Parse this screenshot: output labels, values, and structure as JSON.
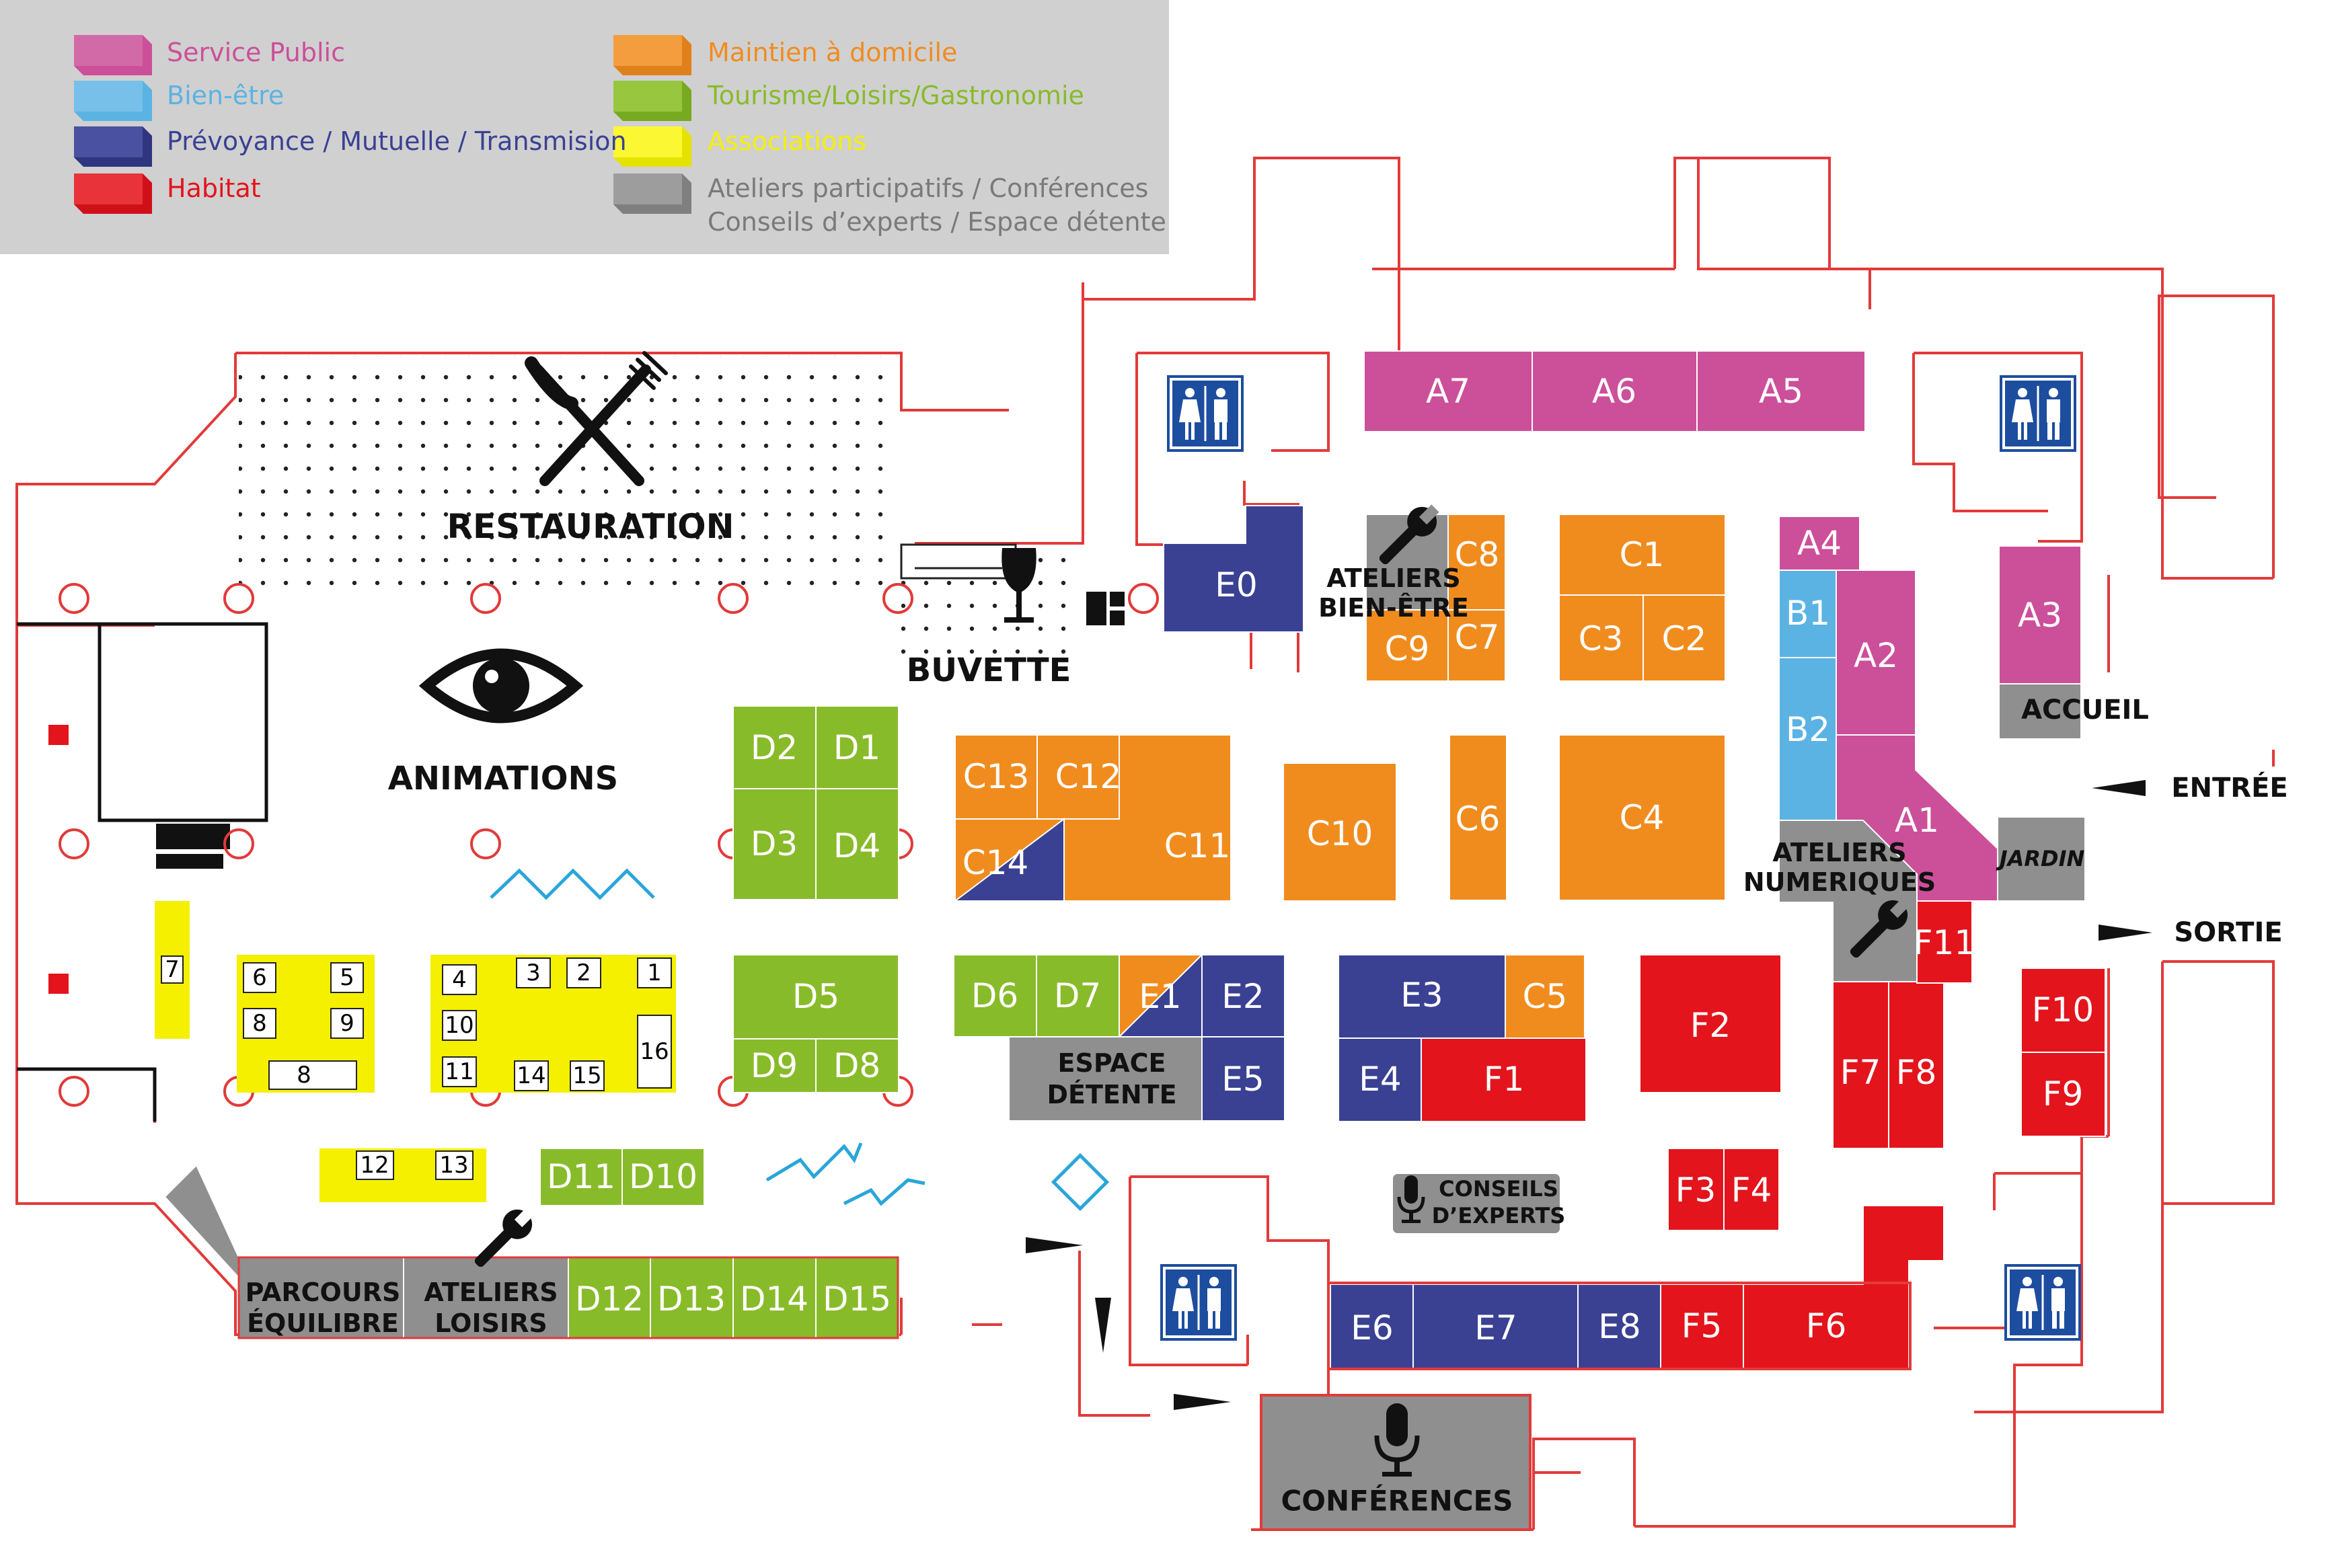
{
  "legend": {
    "items": [
      {
        "label": "Service Public",
        "color": "#cc4f9a"
      },
      {
        "label": "Bien-être",
        "color": "#5bb3e3"
      },
      {
        "label": "Prévoyance / Mutuelle / Transmision",
        "color": "#3a4193"
      },
      {
        "label": "Habitat",
        "color": "#e3141c"
      },
      {
        "label": "Maintien à domicile",
        "color": "#f08c1e"
      },
      {
        "label": "Tourisme/Loisirs/Gastronomie",
        "color": "#88bb2a"
      },
      {
        "label": "Associations",
        "color": "#f4f000"
      },
      {
        "label": "Ateliers participatifs / Conférences",
        "color": "#8f8f8f"
      }
    ],
    "gray_line2": "Conseils d’experts / Espace détente"
  },
  "zones": {
    "restauration": "RESTAURATION",
    "animations": "ANIMATIONS",
    "buvette": "BUVETTE",
    "ateliers_bien_etre_1": "ATELIERS",
    "ateliers_bien_etre_2": "BIEN-ÊTRE",
    "accueil": "ACCUEIL",
    "entree": "ENTRÉE",
    "sortie": "SORTIE",
    "ateliers_numeriques_1": "ATELIERS",
    "ateliers_numeriques_2": "NUMERIQUES",
    "jardin": "JARDIN",
    "espace_detente_1": "ESPACE",
    "espace_detente_2": "DÉTENTE",
    "conseils_1": "CONSEILS",
    "conseils_2": "D’EXPERTS",
    "conferences": "CONFÉRENCES",
    "parcours_1": "PARCOURS",
    "parcours_2": "ÉQUILIBRE",
    "ateliers_loisirs_1": "ATELIERS",
    "ateliers_loisirs_2": "LOISIRS"
  },
  "stands": {
    "A7": "A7",
    "A6": "A6",
    "A5": "A5",
    "A4": "A4",
    "A3": "A3",
    "A2": "A2",
    "A1": "A1",
    "B1": "B1",
    "B2": "B2",
    "C1": "C1",
    "C2": "C2",
    "C3": "C3",
    "C4": "C4",
    "C5": "C5",
    "C6": "C6",
    "C7": "C7",
    "C8": "C8",
    "C9": "C9",
    "C10": "C10",
    "C11": "C11",
    "C12": "C12",
    "C13": "C13",
    "C14": "C14",
    "D1": "D1",
    "D2": "D2",
    "D3": "D3",
    "D4": "D4",
    "D5": "D5",
    "D6": "D6",
    "D7": "D7",
    "D8": "D8",
    "D9": "D9",
    "D10": "D10",
    "D11": "D11",
    "D12": "D12",
    "D13": "D13",
    "D14": "D14",
    "D15": "D15",
    "E0": "E0",
    "E1": "E1",
    "E2": "E2",
    "E3": "E3",
    "E4": "E4",
    "E5": "E5",
    "E6": "E6",
    "E7": "E7",
    "E8": "E8",
    "F1": "F1",
    "F2": "F2",
    "F3": "F3",
    "F4": "F4",
    "F5": "F5",
    "F6": "F6",
    "F7": "F7",
    "F8": "F8",
    "F9": "F9",
    "F10": "F10",
    "F11": "F11"
  },
  "assoc": {
    "n1": "1",
    "n2": "2",
    "n3": "3",
    "n4": "4",
    "n5": "5",
    "n6": "6",
    "n7": "7",
    "n8a": "8",
    "n8b": "8",
    "n9": "9",
    "n10": "10",
    "n11": "11",
    "n12": "12",
    "n13": "13",
    "n14": "14",
    "n15": "15",
    "n16": "16"
  },
  "icons": {
    "restroom": "restroom-icon",
    "cutlery": "cutlery-icon",
    "wine": "wine-glass-icon",
    "eye": "eye-icon",
    "wrench": "wrench-icon",
    "microphone": "microphone-icon"
  }
}
